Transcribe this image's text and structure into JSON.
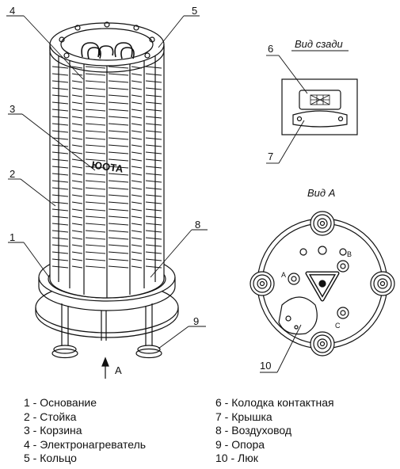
{
  "views": {
    "rear_view_label": "Вид сзади",
    "view_a_label": "Вид А",
    "arrow_label": "А",
    "bottom_port_labels": {
      "a": "A",
      "b": "B",
      "c": "C"
    }
  },
  "callouts": [
    "1",
    "2",
    "3",
    "4",
    "5",
    "6",
    "7",
    "8",
    "9",
    "10"
  ],
  "basket_brand": "ЮОТА",
  "legend": {
    "left": [
      "1 - Основание",
      "2 - Стойка",
      "3 - Корзина",
      "4 - Электронагреватель",
      "5 - Кольцо"
    ],
    "right": [
      "6 - Колодка контактная",
      "7 - Крышка",
      "8 - Воздуховод",
      "9 - Опора",
      "10 - Люк"
    ]
  }
}
